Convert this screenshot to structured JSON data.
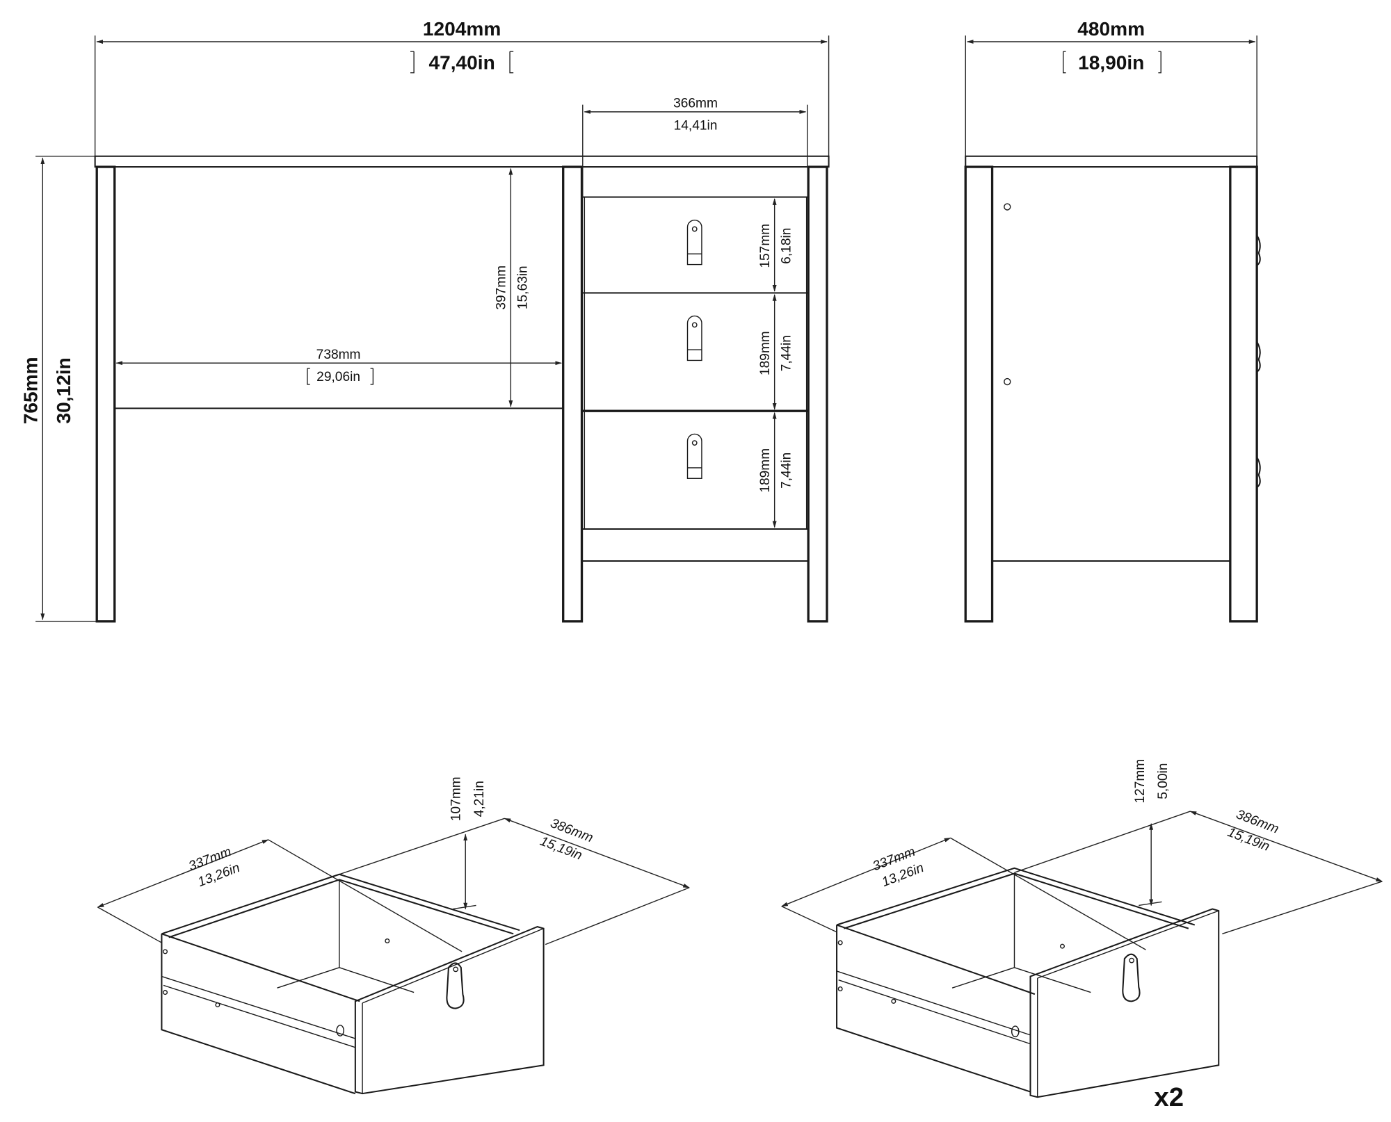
{
  "front_view": {
    "overall_width": {
      "mm": "1204mm",
      "in": "47,40in"
    },
    "overall_height": {
      "mm": "765mm",
      "in": "30,12in"
    },
    "drawer_section_width": {
      "mm": "366mm",
      "in": "14,41in"
    },
    "knee_space_width": {
      "mm": "738mm",
      "in": "29,06in"
    },
    "knee_space_height": {
      "mm": "397mm",
      "in": "15,63in"
    },
    "drawer_heights": [
      {
        "mm": "157mm",
        "in": "6,18in"
      },
      {
        "mm": "189mm",
        "in": "7,44in"
      },
      {
        "mm": "189mm",
        "in": "7,44in"
      }
    ]
  },
  "side_view": {
    "depth": {
      "mm": "480mm",
      "in": "18,90in"
    }
  },
  "drawer_small": {
    "width": {
      "mm": "337mm",
      "in": "13,26in"
    },
    "depth": {
      "mm": "386mm",
      "in": "15,19in"
    },
    "height": {
      "mm": "107mm",
      "in": "4,21in"
    }
  },
  "drawer_large": {
    "width": {
      "mm": "337mm",
      "in": "13,26in"
    },
    "depth": {
      "mm": "386mm",
      "in": "15,19in"
    },
    "height": {
      "mm": "127mm",
      "in": "5,00in"
    },
    "quantity_label": "x2"
  },
  "colors": {
    "line": "#1a1a1a",
    "background": "#ffffff"
  }
}
